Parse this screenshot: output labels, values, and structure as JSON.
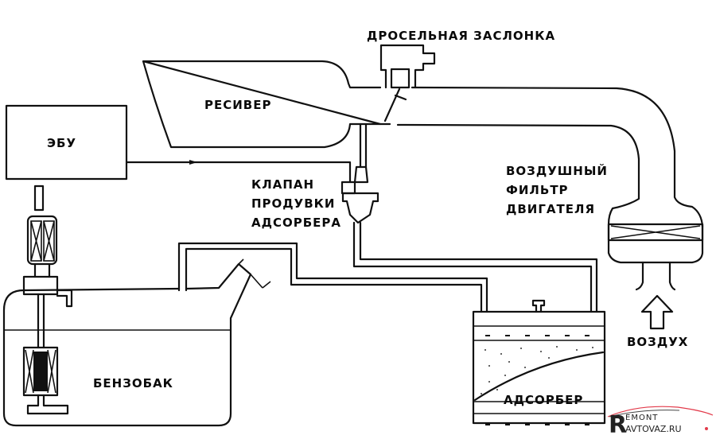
{
  "diagram": {
    "title": "EVAP system scheme",
    "labels": {
      "throttle": "ДРОСЕЛЬНАЯ ЗАСЛОНКА",
      "receiver": "РЕСИВЕР",
      "ecu": "ЭБУ",
      "purge_valve": [
        "КЛАПАН",
        "ПРОДУВКИ",
        "АДСОРБЕРА"
      ],
      "air_filter": [
        "ВОЗДУШНЫЙ",
        "ФИЛЬТР",
        "ДВИГАТЕЛЯ"
      ],
      "air": "ВОЗДУХ",
      "fuel_tank": "БЕНЗОБАК",
      "adsorber": "АДСОРБЕР"
    },
    "watermark": {
      "letter": "R",
      "line1": "EMONT",
      "line2": "AVTOVAZ.RU",
      "accent_color": "#e23a4a"
    }
  }
}
